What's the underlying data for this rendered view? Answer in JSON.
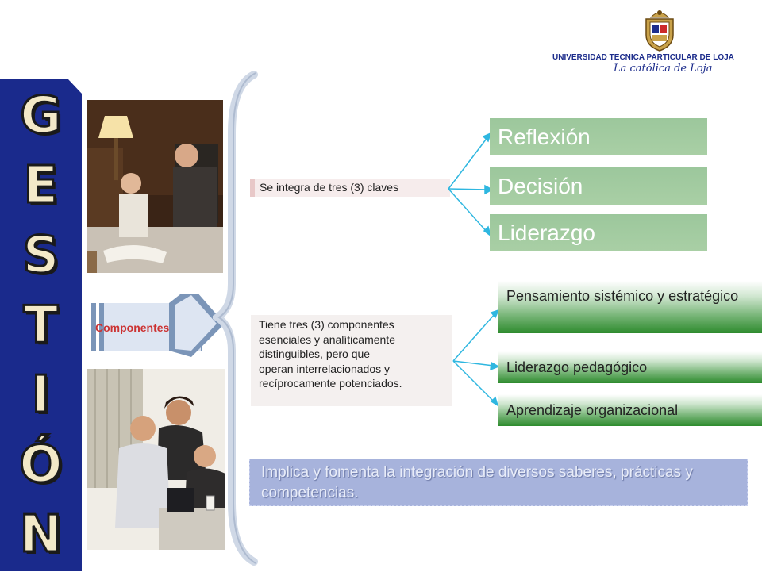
{
  "banner": {
    "letters": [
      "G",
      "E",
      "S",
      "T",
      "I",
      "Ó",
      "N"
    ],
    "background_color": "#1a2a8c"
  },
  "header": {
    "university_name": "UNIVERSIDAD TECNICA PARTICULAR DE LOJA",
    "motto": "La católica de Loja",
    "brand_color": "#1d2d8c"
  },
  "componentes_label": "Componentes",
  "claves": {
    "text": "Se integra de tres (3) claves",
    "items": [
      "Reflexión",
      "Decisión",
      "Liderazgo"
    ],
    "box_color": "#a4cca1"
  },
  "componentes": {
    "text": "Tiene tres (3) componentes\nesenciales y analíticamente\ndistinguibles, pero que\noperan interrelacionados y\nrecíprocamente potenciados.",
    "items": [
      "Pensamiento sistémico y estratégico",
      "Liderazgo pedagógico",
      "Aprendizaje organizacional"
    ],
    "box_color": "#3f9a3f"
  },
  "implica": {
    "text": "Implica y fomenta la integración de diversos saberes, prácticas y competencias."
  },
  "accent_arrow_color": "#2fb7e0"
}
